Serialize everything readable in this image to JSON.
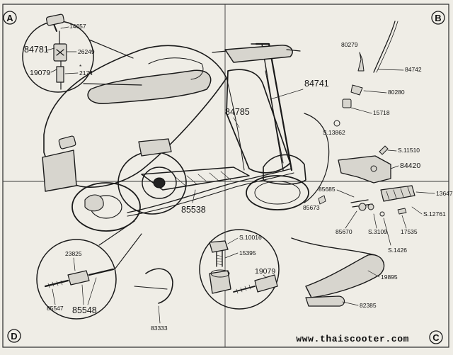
{
  "corners": {
    "a": "A",
    "b": "B",
    "c": "C",
    "d": "D"
  },
  "parts": {
    "p14657": "14657",
    "p84781": "84781",
    "p26249": "26249",
    "p19079a": "19079",
    "p2174": "2174",
    "p2174_mark": "*",
    "p80279": "80279",
    "p84742": "84742",
    "p84741": "84741",
    "p80280": "80280",
    "p84785": "84785",
    "p15718": "15718",
    "pS13862": "S.13862",
    "pS11510": "S.11510",
    "p84420": "84420",
    "p85685": "85685",
    "p13647": "13647",
    "p85673": "85673",
    "pS12761": "S.12761",
    "p85670": "85670",
    "pS3109": "S.3109",
    "p17535": "17535",
    "pS1426": "S.1426",
    "p85538": "85538",
    "pS10016": "S.10016",
    "p15395": "15395",
    "p19079b": "19079",
    "p23825": "23825",
    "p85547": "85547",
    "p85548": "85548",
    "p83333": "83333",
    "p19895": "19895",
    "p82385": "82385"
  },
  "website": "www.thaiscooter.com",
  "colors": {
    "paper": "#efede6",
    "ink": "#1a1a1a"
  }
}
